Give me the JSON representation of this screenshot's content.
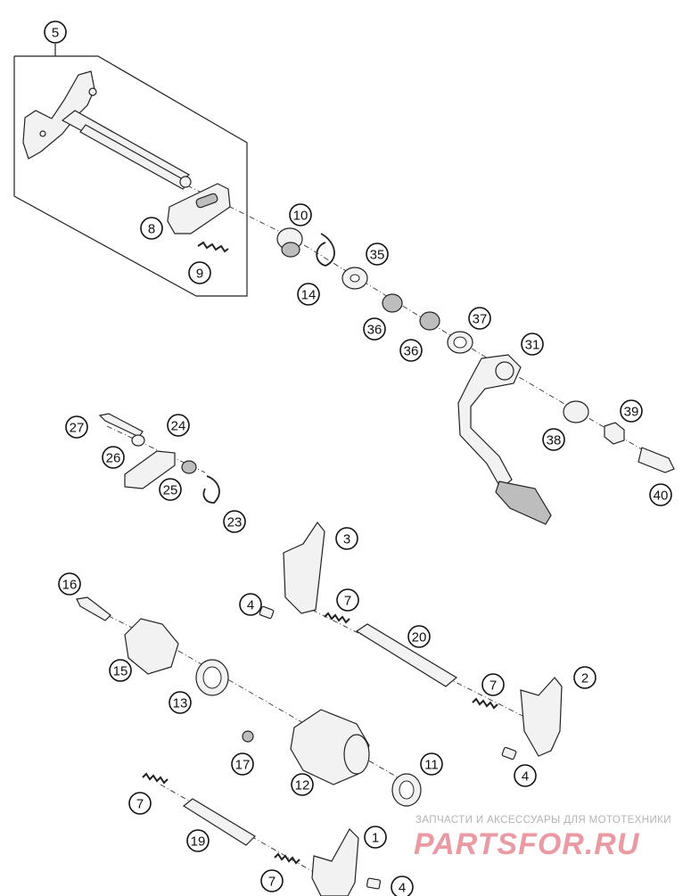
{
  "callouts": [
    {
      "id": "callout-5",
      "label": "5"
    },
    {
      "id": "callout-8",
      "label": "8"
    },
    {
      "id": "callout-9",
      "label": "9"
    },
    {
      "id": "callout-10",
      "label": "10"
    },
    {
      "id": "callout-14",
      "label": "14"
    },
    {
      "id": "callout-35",
      "label": "35"
    },
    {
      "id": "callout-36a",
      "label": "36"
    },
    {
      "id": "callout-36b",
      "label": "36"
    },
    {
      "id": "callout-37",
      "label": "37"
    },
    {
      "id": "callout-31",
      "label": "31"
    },
    {
      "id": "callout-38",
      "label": "38"
    },
    {
      "id": "callout-39",
      "label": "39"
    },
    {
      "id": "callout-40",
      "label": "40"
    },
    {
      "id": "callout-27",
      "label": "27"
    },
    {
      "id": "callout-24",
      "label": "24"
    },
    {
      "id": "callout-26",
      "label": "26"
    },
    {
      "id": "callout-25",
      "label": "25"
    },
    {
      "id": "callout-23",
      "label": "23"
    },
    {
      "id": "callout-3",
      "label": "3"
    },
    {
      "id": "callout-4a",
      "label": "4"
    },
    {
      "id": "callout-7a",
      "label": "7"
    },
    {
      "id": "callout-16",
      "label": "16"
    },
    {
      "id": "callout-20",
      "label": "20"
    },
    {
      "id": "callout-15",
      "label": "15"
    },
    {
      "id": "callout-2",
      "label": "2"
    },
    {
      "id": "callout-7b",
      "label": "7"
    },
    {
      "id": "callout-13",
      "label": "13"
    },
    {
      "id": "callout-17",
      "label": "17"
    },
    {
      "id": "callout-11",
      "label": "11"
    },
    {
      "id": "callout-4b",
      "label": "4"
    },
    {
      "id": "callout-12",
      "label": "12"
    },
    {
      "id": "callout-7c",
      "label": "7"
    },
    {
      "id": "callout-19",
      "label": "19"
    },
    {
      "id": "callout-1",
      "label": "1"
    },
    {
      "id": "callout-7d",
      "label": "7"
    },
    {
      "id": "callout-4c",
      "label": "4"
    }
  ],
  "watermark": {
    "tagline": "ЗАПЧАСТИ И АКСЕССУАРЫ ДЛЯ МОТОТЕХНИКИ",
    "brand": "PARTSFOR.RU"
  }
}
